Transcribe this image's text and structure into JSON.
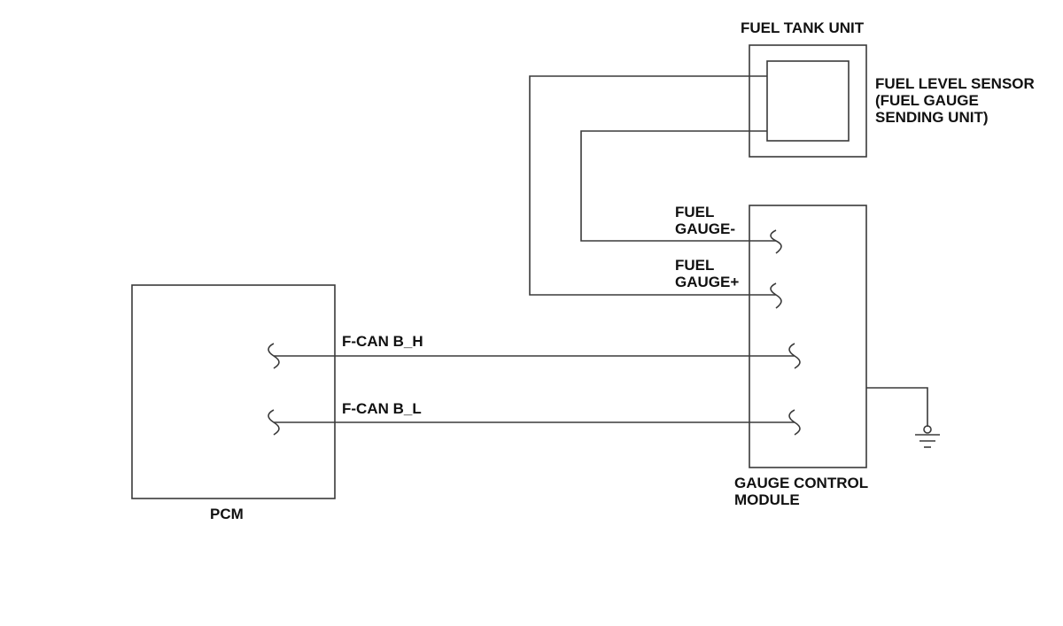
{
  "components": {
    "fuel_tank_unit": "FUEL TANK UNIT",
    "fuel_level_sensor": [
      "FUEL LEVEL SENSOR",
      "(FUEL GAUGE",
      "SENDING UNIT)"
    ],
    "gauge_control_module": [
      "GAUGE CONTROL",
      "MODULE"
    ],
    "pcm": "PCM"
  },
  "signals": {
    "fuel_gauge_minus": [
      "FUEL",
      "GAUGE-"
    ],
    "fuel_gauge_plus": [
      "FUEL",
      "GAUGE+"
    ],
    "f_can_b_h": "F-CAN B_H",
    "f_can_b_l": "F-CAN B_L"
  }
}
